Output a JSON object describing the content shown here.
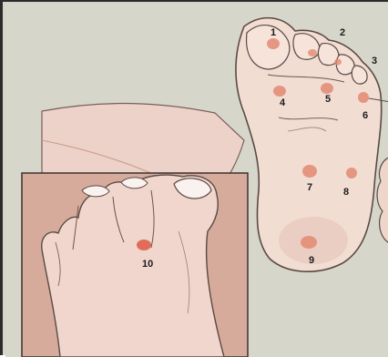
{
  "figure": {
    "points": [
      {
        "id": "point-1",
        "label": "1"
      },
      {
        "id": "point-2",
        "label": "2"
      },
      {
        "id": "point-3",
        "label": "3"
      },
      {
        "id": "point-4",
        "label": "4"
      },
      {
        "id": "point-5",
        "label": "5"
      },
      {
        "id": "point-6",
        "label": "6"
      },
      {
        "id": "point-7",
        "label": "7"
      },
      {
        "id": "point-8",
        "label": "8"
      },
      {
        "id": "point-9",
        "label": "9"
      },
      {
        "id": "point-10",
        "label": "10"
      }
    ],
    "colors": {
      "background": "#d8d3c8",
      "skin": "#f0d8cf",
      "skin_shadow": "#d9a99c",
      "inset_background": "#d7b0a0",
      "marker": "#e38a72",
      "outline": "#5a4a44"
    }
  }
}
